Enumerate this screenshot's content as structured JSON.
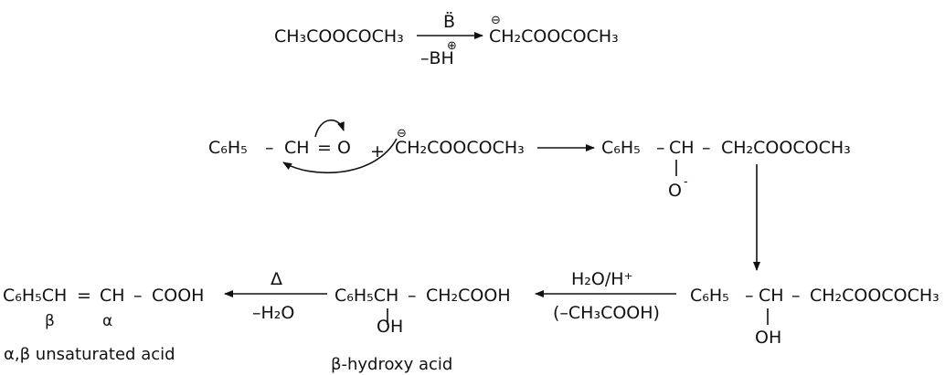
{
  "step1": {
    "reactant": "CH₃COOCOCH₃",
    "reagent_top": "B̈",
    "reagent_bottom": "–BH",
    "reagent_bottom_charge": "⊕",
    "product_charge": "⊖",
    "product": "CH₂COOCOCH₃"
  },
  "step2": {
    "aldehyde_aryl": "C₆H₅",
    "aldehyde_dash": "–",
    "aldehyde_ch": "CH",
    "aldehyde_eq": "=",
    "aldehyde_o": "O",
    "plus": "+",
    "carbanion_charge": "⊖",
    "carbanion": "CH₂COOCOCH₃",
    "adduct_aryl": "C₆H₅",
    "adduct_dash1": "–",
    "adduct_ch": "CH",
    "adduct_dash2": "–",
    "adduct_chain": "CH₂COOCOCH₃",
    "adduct_oxide": "O",
    "adduct_oxide_charge": "-"
  },
  "step3": {
    "hydroxy_aryl": "C₆H₅",
    "hydroxy_dash1": "–",
    "hydroxy_ch": "CH",
    "hydroxy_dash2": "–",
    "hydroxy_chain": "CH₂COOCOCH₃",
    "hydroxy_oh": "OH",
    "hydrolysis_top": "H₂O/H⁺",
    "hydrolysis_bottom": "(–CH₃COOH)",
    "acid_left": "C₆H₅CH",
    "acid_dash": "–",
    "acid_chain": "CH₂COOH",
    "acid_oh": "OH",
    "acid_caption": "β-hydroxy acid",
    "dehydration_top": "Δ",
    "dehydration_bottom": "–H₂O",
    "unsat_left": "C₆H₅CH",
    "unsat_eq": "=",
    "unsat_ch": "CH",
    "unsat_dash": "–",
    "unsat_cooh": "COOH",
    "beta_label": "β",
    "alpha_label": "α",
    "unsat_caption": "α,β unsaturated acid"
  }
}
